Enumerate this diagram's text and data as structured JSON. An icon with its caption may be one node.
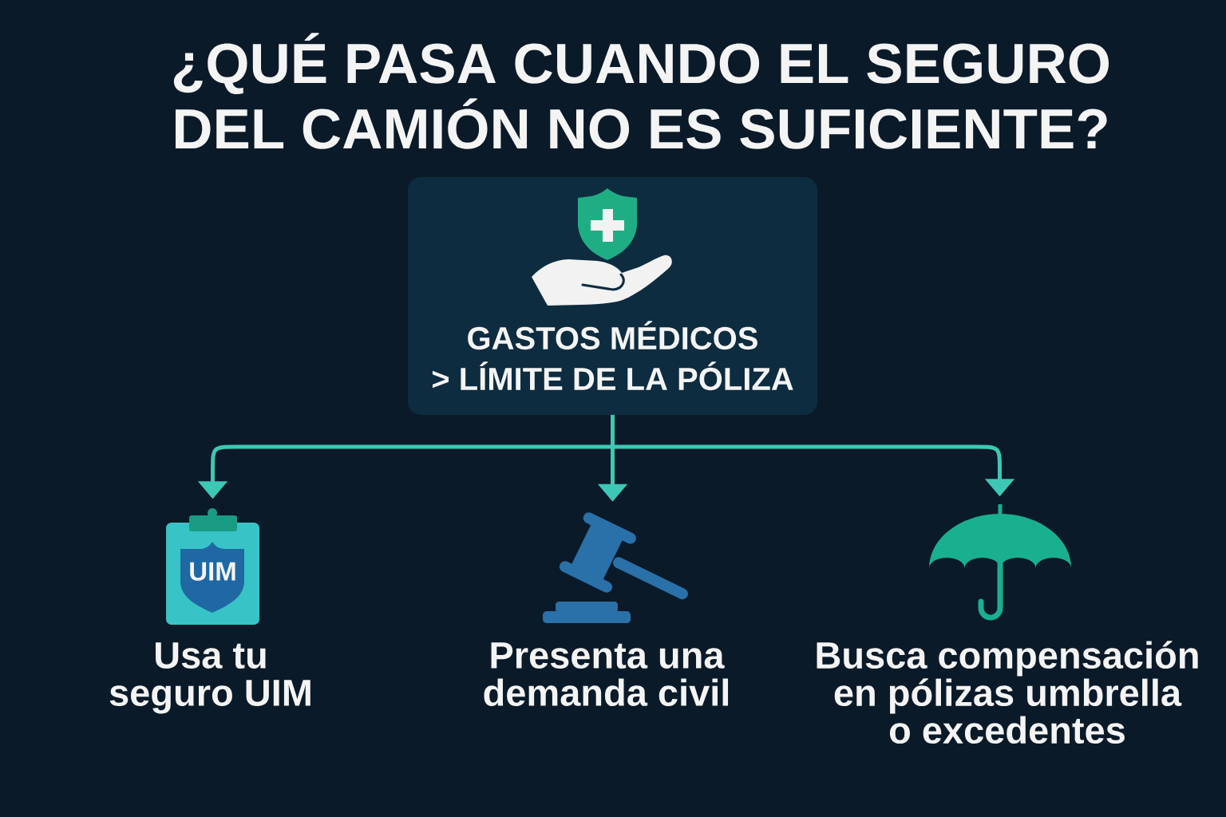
{
  "diagram": {
    "title": "¿QUÉ PASA CUANDO EL SEGURO DEL CAMIÓN NO ES SUFICIENTE?",
    "nodes": [
      {
        "text": [
          "GASTOS MÉDICOS > LÍMITE DE LA PÓLIZA"
        ]
      },
      {
        "text": [
          "UIM"
        ],
        "beside": [
          "Usa tu seguro UIM"
        ]
      },
      {
        "text": [],
        "shape": "picture",
        "beside": [
          "Presenta una demanda civil"
        ]
      },
      {
        "text": [],
        "shape": "picture",
        "beside": [
          "Busca compensación en pólizas umbrella o excedentes"
        ]
      }
    ],
    "edges": [
      {
        "from": 0,
        "to": 1,
        "arrow": "to"
      },
      {
        "from": 0,
        "to": 2,
        "arrow": "to"
      },
      {
        "from": 0,
        "to": 3,
        "arrow": "to"
      }
    ]
  }
}
